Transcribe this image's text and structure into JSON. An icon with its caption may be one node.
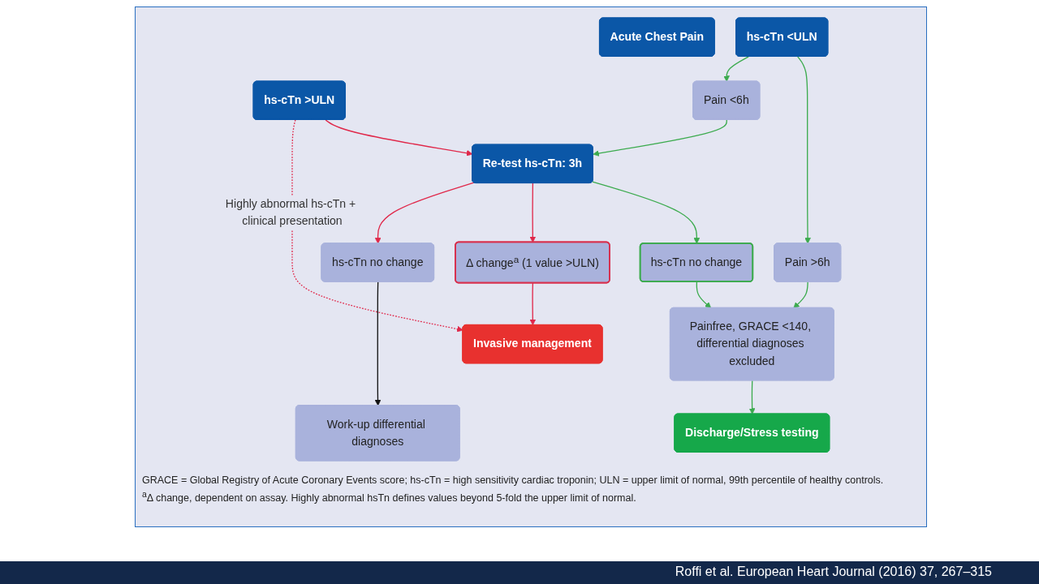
{
  "diagram": {
    "nodes": [
      {
        "text": [
          "Acute Chest Pain"
        ]
      },
      {
        "text": [
          "hs-cTn <ULN"
        ]
      },
      {
        "text": [
          "hs-cTn >ULN"
        ]
      },
      {
        "text": [
          "Pain >6h"
        ]
      },
      {
        "text": [
          "Pain <6h"
        ]
      },
      {
        "text": [
          "Re-test hs-cTn: 3h"
        ]
      },
      {
        "text": [
          "hs-cTn no change"
        ]
      },
      {
        "text": [
          "Δ change$^{a}$ (1 value >ULN)"
        ]
      },
      {
        "text": [
          "hs-cTn no change"
        ]
      },
      {
        "text": [
          "Work-up differential diagnoses"
        ]
      },
      {
        "text": [
          "Painfree, GRACE <140, differential diagnoses excluded"
        ]
      },
      {
        "text": [
          "Discharge/Stress testing"
        ]
      },
      {
        "text": [
          "Invasive management"
        ]
      }
    ],
    "edges": [
      {
        "from": 1,
        "to": 3,
        "arrow": "to"
      },
      {
        "from": 1,
        "to": 4,
        "arrow": "to"
      },
      {
        "from": 4,
        "to": 5,
        "arrow": "to"
      },
      {
        "from": 3,
        "to": 10,
        "arrow": "to"
      },
      {
        "from": 2,
        "to": 5,
        "arrow": "to",
        "color": "#e0284a"
      },
      {
        "from": 2,
        "to": 12,
        "arrow": "to",
        "style": "dashed",
        "color": "#e0284a",
        "label": "Highly abnormal hs-cTn + clinical presentation"
      },
      {
        "from": 5,
        "to": 6,
        "arrow": "to"
      },
      {
        "from": 5,
        "to": 7,
        "arrow": "to",
        "color": "#e0284a"
      },
      {
        "from": 5,
        "to": 8,
        "arrow": "to",
        "color": "#e0284a"
      },
      {
        "from": 6,
        "to": 10,
        "arrow": "to"
      },
      {
        "from": 10,
        "to": 11,
        "arrow": "to"
      },
      {
        "from": 7,
        "to": 12,
        "arrow": "to",
        "color": "#e0284a"
      },
      {
        "from": 8,
        "to": 9,
        "arrow": "to",
        "color": "#111111"
      }
    ],
    "labels": [
      "GRACE = Global Registry of Acute Coronary Events score; hs-cTn = high sensitivity cardiac troponin; ULN = upper limit of normal, 99th percentile of healthy controls.",
      "$^{a}$Δ change, dependent on assay. Highly abnormal hsTn defines values beyond 5-fold the upper limit of normal.",
      "Roffi et al. European Heart Journal (2016) 37, 267–315"
    ]
  }
}
